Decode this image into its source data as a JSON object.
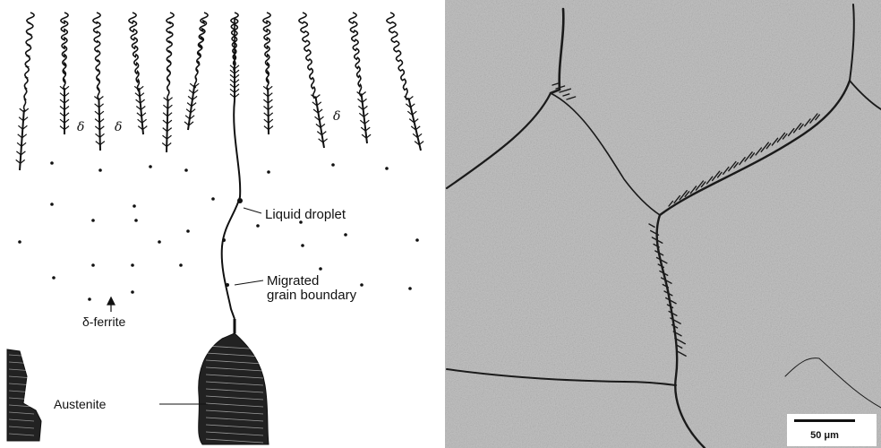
{
  "schematic": {
    "labels": {
      "liquid_droplet": "Liquid droplet",
      "migrated_line1": "Migrated",
      "migrated_line2": "grain boundary",
      "delta_ferrite": "δ-ferrite",
      "austenite": "Austenite",
      "delta": "δ"
    }
  },
  "micrograph": {
    "scale_bar_label": "50 μm"
  },
  "colors": {
    "ink": "#111111",
    "micrograph_base": "#c4c4c4",
    "micrograph_line": "#1a1a1a"
  }
}
